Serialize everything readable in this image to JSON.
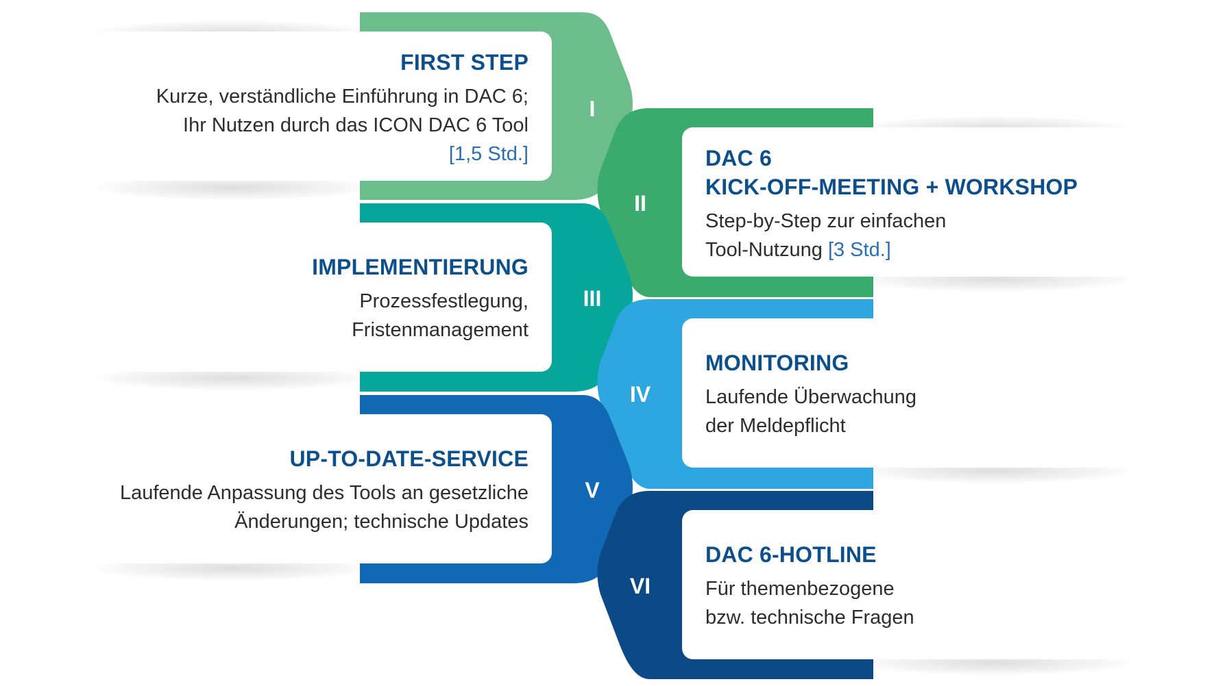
{
  "steps": [
    {
      "numeral": "I",
      "title": "FIRST STEP",
      "desc1": "Kurze, verständliche Einführung in DAC 6;",
      "desc2": "Ihr Nutzen durch das ICON DAC 6 Tool",
      "duration": "[1,5 Std.]",
      "color": "#6bbd8c"
    },
    {
      "numeral": "II",
      "title1": "DAC 6",
      "title2": "KICK-OFF-MEETING + WORKSHOP",
      "desc1": "Step-by-Step zur einfachen",
      "desc2": "Tool-Nutzung",
      "duration": "[3 Std.]",
      "color": "#3aab6c"
    },
    {
      "numeral": "III",
      "title": "IMPLEMENTIERUNG",
      "desc1": "Prozessfestlegung,",
      "desc2": "Fristenmanagement",
      "color": "#06a69b"
    },
    {
      "numeral": "IV",
      "title": "MONITORING",
      "desc1": "Laufende Überwachung",
      "desc2": "der Meldepflicht",
      "color": "#2ea7e0"
    },
    {
      "numeral": "V",
      "title": "UP-TO-DATE-SERVICE",
      "desc1": "Laufende Anpassung des Tools an gesetzliche",
      "desc2": "Änderungen; technische Updates",
      "color": "#1169b5"
    },
    {
      "numeral": "VI",
      "title": "DAC 6-HOTLINE",
      "desc1": "Für themenbezogene",
      "desc2": "bzw. technische Fragen",
      "color": "#0b4a86"
    }
  ]
}
